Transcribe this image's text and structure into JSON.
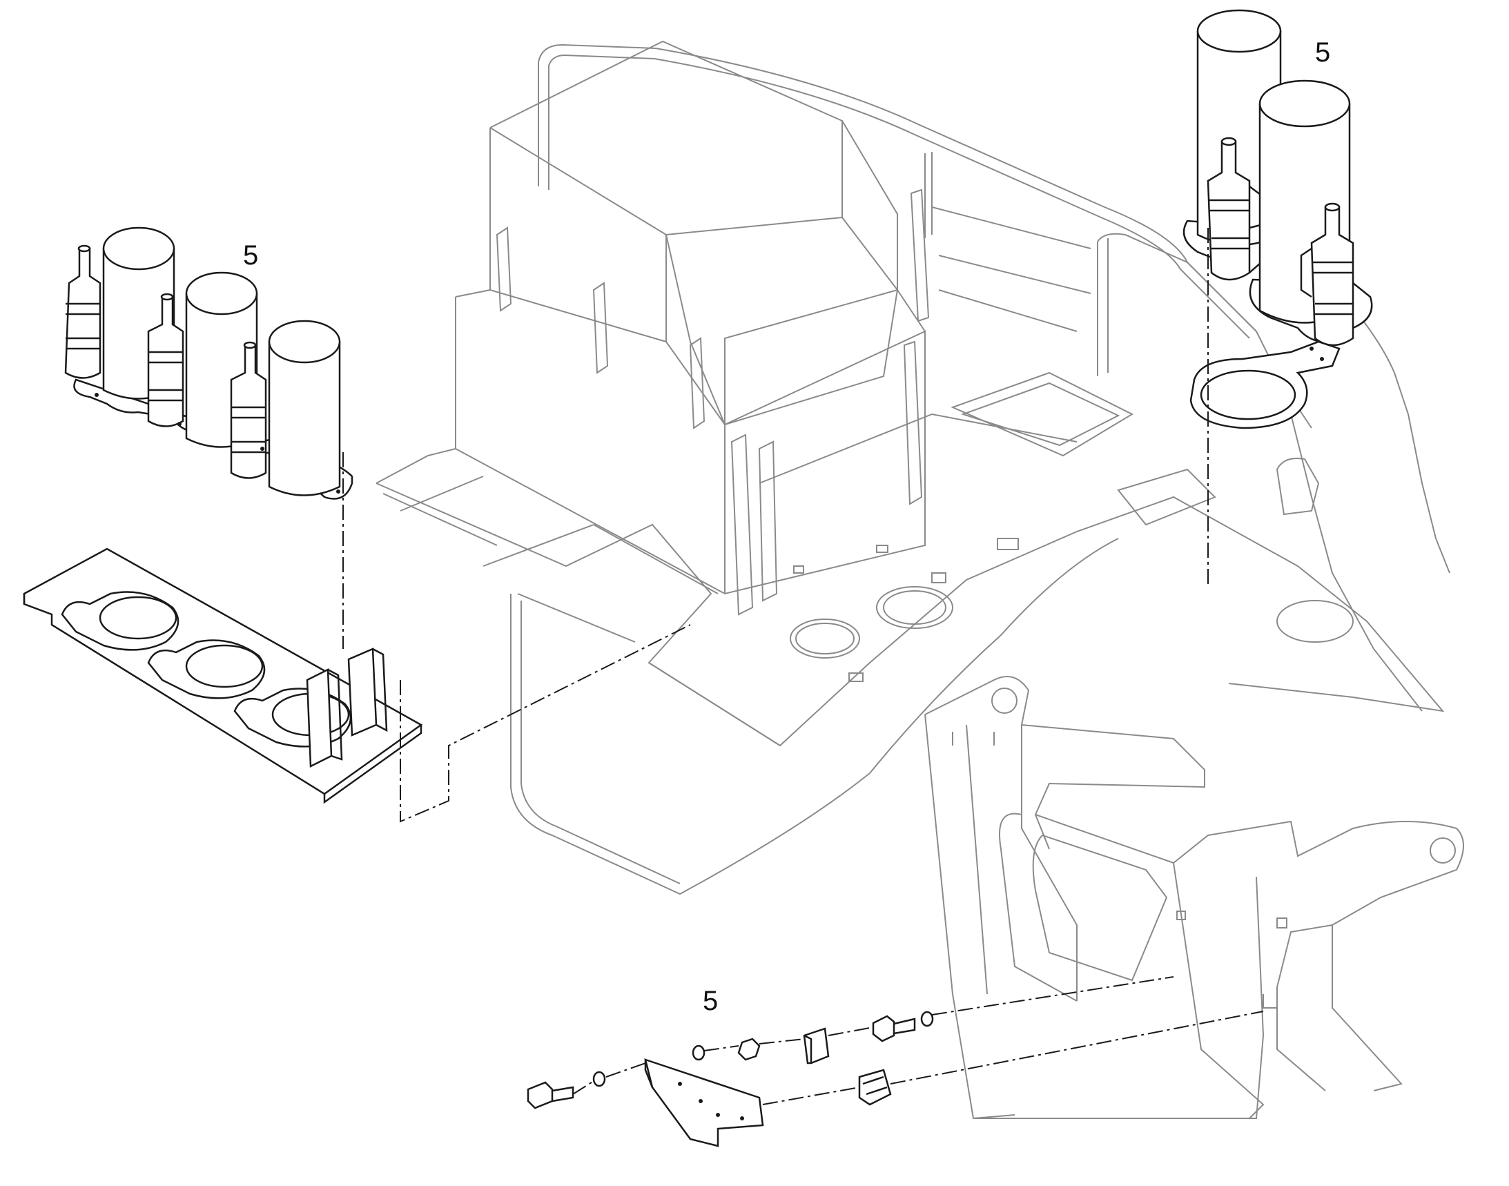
{
  "callouts": {
    "left_tank_group": "5",
    "right_tank_group": "5",
    "bracket_hardware": "5"
  },
  "colors": {
    "line_dark": "#1a1a1a",
    "line_grey": "#8a8a8a",
    "background": "#ffffff"
  }
}
